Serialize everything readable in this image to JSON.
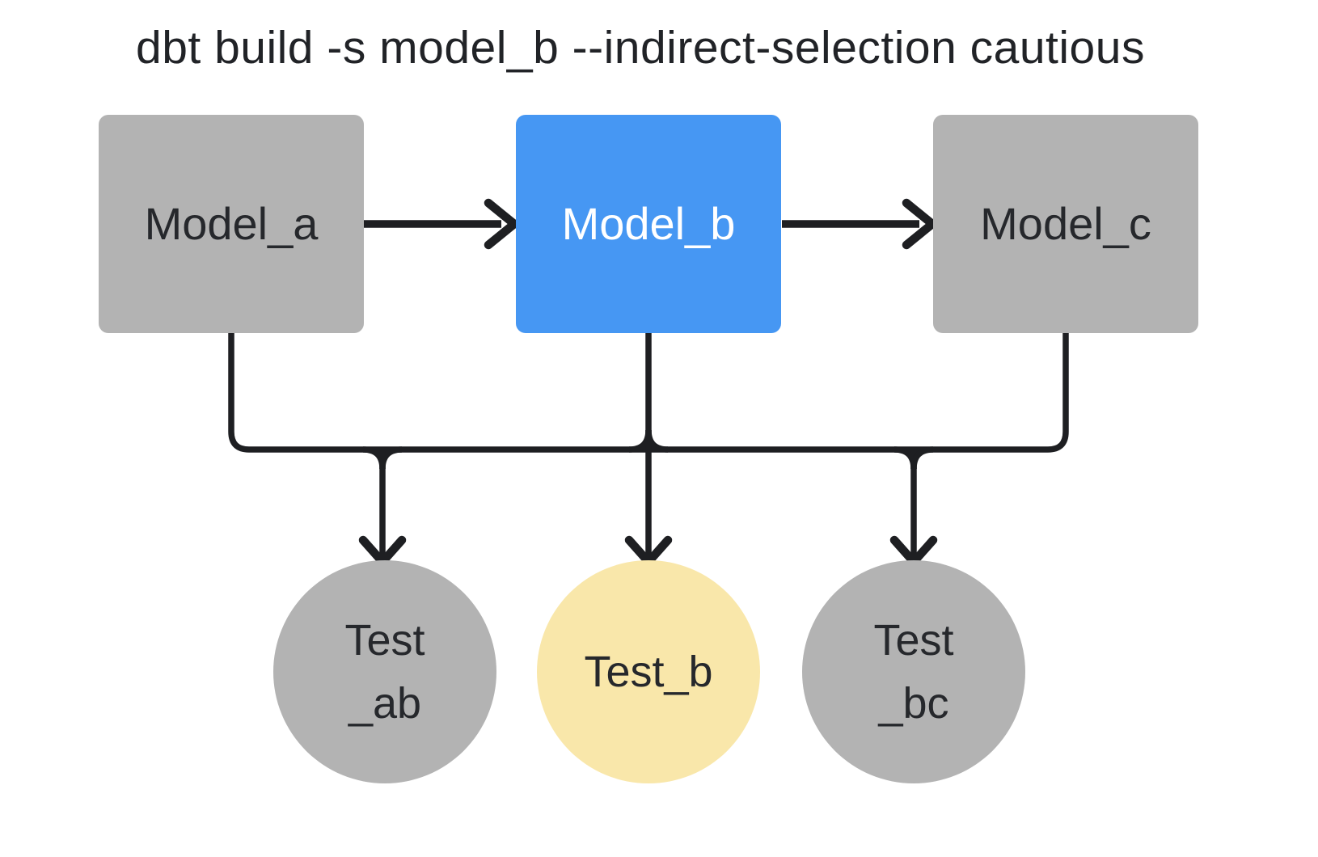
{
  "title": "dbt build -s model_b --indirect-selection cautious",
  "nodes": {
    "model_a": {
      "label": "Model_a",
      "type": "model",
      "state": "unselected"
    },
    "model_b": {
      "label": "Model_b",
      "type": "model",
      "state": "selected"
    },
    "model_c": {
      "label": "Model_c",
      "type": "model",
      "state": "unselected"
    },
    "test_ab": {
      "line1": "Test",
      "line2": "_ab",
      "type": "test",
      "state": "unselected"
    },
    "test_b": {
      "label": "Test_b",
      "type": "test",
      "state": "indirectly-selected"
    },
    "test_bc": {
      "line1": "Test",
      "line2": "_bc",
      "type": "test",
      "state": "unselected"
    }
  },
  "edges": [
    "model_a -> model_b",
    "model_b -> model_c",
    "model_a -> test_ab",
    "model_b -> test_ab",
    "model_b -> test_b",
    "model_b -> test_bc",
    "model_c -> test_bc"
  ],
  "colors": {
    "background": "#ffffff",
    "node_gray": "#b3b3b3",
    "selected_blue": "#4697f3",
    "indirect_yellow": "#f9e7aa",
    "edge_black": "#1e1f22",
    "text_dark": "#26282c",
    "text_on_blue": "#ffffff"
  }
}
